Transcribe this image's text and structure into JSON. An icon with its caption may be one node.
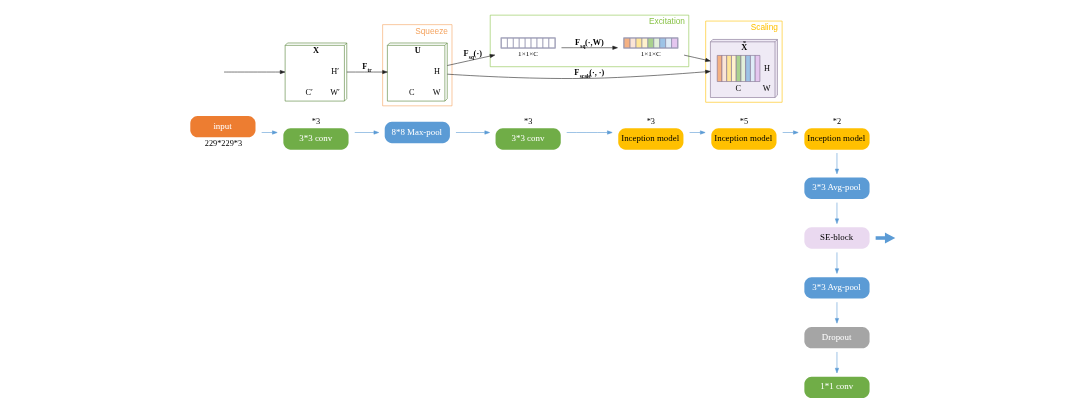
{
  "diagram": {
    "nodes": [
      {
        "text": [
          "input"
        ],
        "beside": [
          "229*229*3"
        ]
      },
      {
        "text": [
          "3*3 conv"
        ],
        "beside": [
          "*3"
        ]
      },
      {
        "text": [
          "8*8 Max-pool"
        ]
      },
      {
        "text": [
          "3*3 conv"
        ],
        "beside": [
          "*3"
        ]
      },
      {
        "text": [
          "Inception model"
        ],
        "beside": [
          "*3"
        ]
      },
      {
        "text": [
          "Inception model"
        ],
        "beside": [
          "*5"
        ]
      },
      {
        "text": [
          "Inception model"
        ],
        "beside": [
          "*2"
        ]
      },
      {
        "text": [
          "3*3 Avg-pool"
        ]
      },
      {
        "text": [
          "SE-block"
        ]
      },
      {
        "text": [
          "3*3 Avg-pool"
        ]
      },
      {
        "text": [
          "Dropout"
        ]
      },
      {
        "text": [
          "1*1 conv"
        ]
      },
      {
        "text": [
          "Squeeze"
        ]
      },
      {
        "text": [
          "Excitation"
        ]
      },
      {
        "text": [
          "Scaling"
        ]
      },
      {
        "text": [
          "X",
          "H′",
          "W′",
          "C′"
        ]
      },
      {
        "text": [
          "U",
          "H",
          "W",
          "C"
        ],
        "in": 12
      },
      {
        "text": [
          "1×1×C"
        ],
        "in": 13
      },
      {
        "text": [
          "1×1×C"
        ],
        "in": 13
      },
      {
        "text": [
          "X̃",
          "H",
          "W",
          "C"
        ],
        "in": 14
      }
    ],
    "edges": [
      {
        "from": 0,
        "to": 1,
        "arrow": "to"
      },
      {
        "from": 1,
        "to": 2,
        "arrow": "to"
      },
      {
        "from": 2,
        "to": 3,
        "arrow": "to"
      },
      {
        "from": 3,
        "to": 4,
        "arrow": "to"
      },
      {
        "from": 4,
        "to": 5,
        "arrow": "to"
      },
      {
        "from": 5,
        "to": 6,
        "arrow": "to"
      },
      {
        "from": 6,
        "to": 7,
        "arrow": "to"
      },
      {
        "from": 7,
        "to": 8,
        "arrow": "to"
      },
      {
        "from": 8,
        "to": 9,
        "arrow": "to"
      },
      {
        "from": 9,
        "to": 10,
        "arrow": "to"
      },
      {
        "from": 10,
        "to": 11,
        "arrow": "to"
      },
      {
        "from": 8,
        "to": null,
        "arrow": "to",
        "style": "thick"
      },
      {
        "from": null,
        "to": 15,
        "arrow": "to",
        "color": "#222222"
      },
      {
        "from": 15,
        "to": 16,
        "arrow": "to",
        "label": "F$_{tr}$",
        "color": "#222222"
      },
      {
        "from": 16,
        "to": 17,
        "arrow": "to",
        "label": "F$_{sq}$(·)",
        "color": "#222222"
      },
      {
        "from": 17,
        "to": 18,
        "arrow": "to",
        "label": "F$_{sq}$(·,W)",
        "color": "#222222"
      },
      {
        "from": 18,
        "to": 19,
        "arrow": "to",
        "color": "#222222"
      },
      {
        "from": 16,
        "to": 19,
        "arrow": "to",
        "label": "F$_{scale}$(·, ·)",
        "color": "#222222"
      }
    ]
  }
}
